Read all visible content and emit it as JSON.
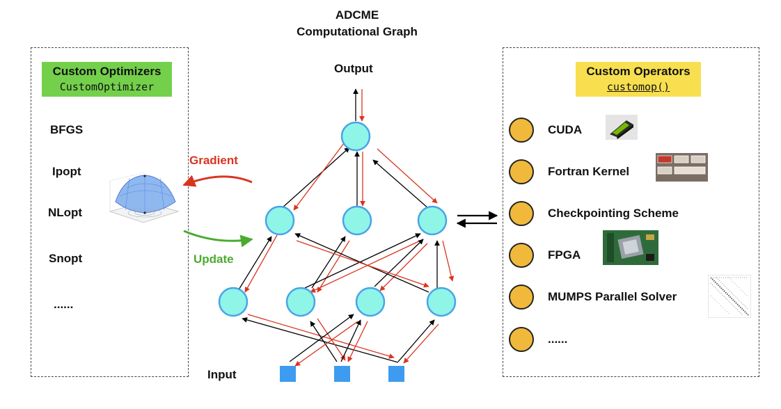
{
  "title": {
    "line1": "ADCME",
    "line2": "Computational Graph"
  },
  "graph": {
    "output_label": "Output",
    "input_label": "Input"
  },
  "left_panel": {
    "header": "Custom Optimizers",
    "header_code": "CustomOptimizer",
    "header_color": "#74d04b",
    "items": [
      "BFGS",
      "Ipopt",
      "NLopt",
      "Snopt",
      "......"
    ]
  },
  "right_panel": {
    "header": "Custom Operators",
    "header_code": "customop()",
    "header_color": "#f8df4f",
    "items": [
      "CUDA",
      "Fortran Kernel",
      "Checkpointing Scheme",
      "FPGA",
      "MUMPS Parallel Solver",
      "......"
    ]
  },
  "flows": {
    "gradient": "Gradient",
    "update": "Update"
  },
  "colors": {
    "node_fill": "#8ff5e6",
    "node_stroke": "#4aa3e8",
    "input_fill": "#3d9cf0",
    "backward_arrow": "#d9341e",
    "forward_arrow": "#000000",
    "gradient": "#d9341e",
    "update": "#4aab2e",
    "operator_dot": "#f0b93b"
  }
}
